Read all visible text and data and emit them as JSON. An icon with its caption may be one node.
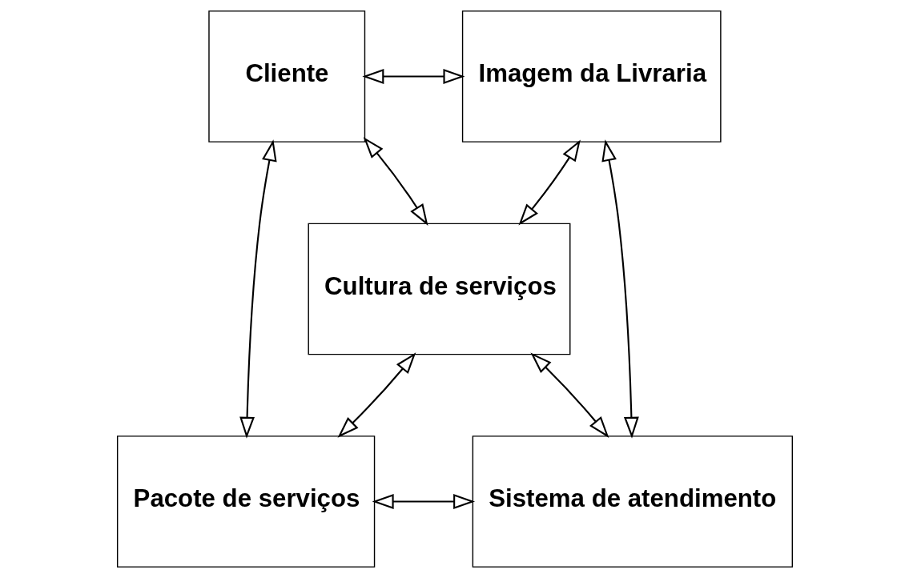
{
  "diagram": {
    "nodes": [
      {
        "text": [
          "Cliente"
        ]
      },
      {
        "text": [
          "Imagem da Livraria"
        ]
      },
      {
        "text": [
          "Cultura de serviços"
        ]
      },
      {
        "text": [
          "Pacote de serviços"
        ]
      },
      {
        "text": [
          "Sistema de atendimento"
        ]
      }
    ],
    "edges": [
      {
        "from": 0,
        "to": 1,
        "arrow": "both"
      },
      {
        "from": 0,
        "to": 2,
        "arrow": "both"
      },
      {
        "from": 1,
        "to": 2,
        "arrow": "both"
      },
      {
        "from": 0,
        "to": 3,
        "arrow": "both"
      },
      {
        "from": 1,
        "to": 4,
        "arrow": "both"
      },
      {
        "from": 2,
        "to": 3,
        "arrow": "both"
      },
      {
        "from": 2,
        "to": 4,
        "arrow": "both"
      },
      {
        "from": 3,
        "to": 4,
        "arrow": "both"
      }
    ]
  }
}
